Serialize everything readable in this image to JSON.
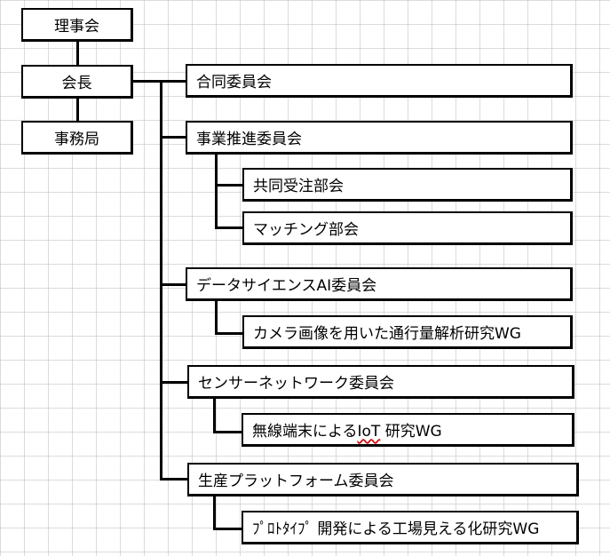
{
  "org": {
    "board": "理事会",
    "president": "会長",
    "secretariat": "事務局"
  },
  "committees": [
    {
      "label": "合同委員会"
    },
    {
      "label": "事業推進委員会",
      "subs": [
        {
          "label": "共同受注部会"
        },
        {
          "label": "マッチング部会"
        }
      ]
    },
    {
      "label": "データサイエンスAI委員会",
      "subs": [
        {
          "label": "カメラ画像を用いた通行量解析研究WG"
        }
      ]
    },
    {
      "label": "センサーネットワーク委員会",
      "subs": [
        {
          "label_pre": "無線端末による",
          "label_iot": "IoT",
          "label_post": " 研究WG"
        }
      ]
    },
    {
      "label": "生産プラットフォーム委員会",
      "subs": [
        {
          "label": "ﾌﾟﾛﾄﾀｲﾌﾟ 開発による工場見える化研究WG"
        }
      ]
    }
  ]
}
